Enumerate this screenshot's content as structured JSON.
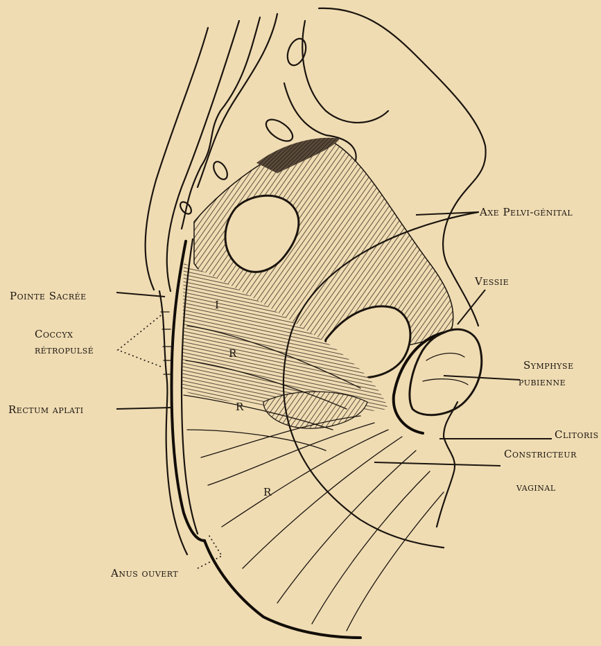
{
  "figure": {
    "labels": {
      "axe_pelvi_genital": "Axe Pelvi-génital",
      "vessie": "Vessie",
      "pointe_sacree": "Pointe Sacrée",
      "coccyx_line1": "Coccyx",
      "coccyx_line2": "rétropulsé",
      "symphyse_line1": "Symphyse",
      "symphyse_line2": "pubienne",
      "rectum_aplati": "Rectum aplati",
      "clitoris": "Clitoris",
      "constricteur_line1": "Constricteur",
      "constricteur_line2": "vaginal",
      "anus_ouvert": "Anus ouvert"
    },
    "muscle_marks": [
      "I",
      "R",
      "R",
      "R"
    ],
    "colors": {
      "paper": "#efdcb3",
      "ink": "#1a140e"
    }
  }
}
